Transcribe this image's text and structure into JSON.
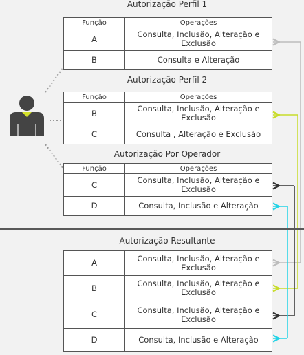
{
  "headers": {
    "funcao": "Função",
    "operacoes": "Operações"
  },
  "profile1": {
    "title": "Autorização Perfil 1",
    "rows": [
      {
        "funcao": "A",
        "ops": "Consulta, Inclusão, Alteração e Exclusão"
      },
      {
        "funcao": "B",
        "ops": "Consulta e Alteração"
      }
    ]
  },
  "profile2": {
    "title": "Autorização Perfil 2",
    "rows": [
      {
        "funcao": "B",
        "ops": "Consulta, Inclusão, Alteração e Exclusão"
      },
      {
        "funcao": "C",
        "ops": "Consulta , Alteração e Exclusão"
      }
    ]
  },
  "operator": {
    "title": "Autorização Por Operador",
    "rows": [
      {
        "funcao": "C",
        "ops": "Consulta, Inclusão, Alteração e Exclusão"
      },
      {
        "funcao": "D",
        "ops": "Consulta, Inclusão e Alteração"
      }
    ]
  },
  "result": {
    "title": "Autorização Resultante",
    "rows": [
      {
        "funcao": "A",
        "ops": "Consulta, Inclusão, Alteração e Exclusão"
      },
      {
        "funcao": "B",
        "ops": "Consulta, Inclusão, Alteração e Exclusão"
      },
      {
        "funcao": "C",
        "ops": "Consulta, Inclusão, Alteração e Exclusão"
      },
      {
        "funcao": "D",
        "ops": "Consulta, Inclusão e Alteração"
      }
    ]
  },
  "colors": {
    "gray_arrow": "#bdbdbd",
    "yellow_arrow": "#c8dc2a",
    "dark_arrow": "#333333",
    "cyan_arrow": "#22d3e6",
    "avatar": "#444444",
    "collar": "#d4e02a"
  }
}
